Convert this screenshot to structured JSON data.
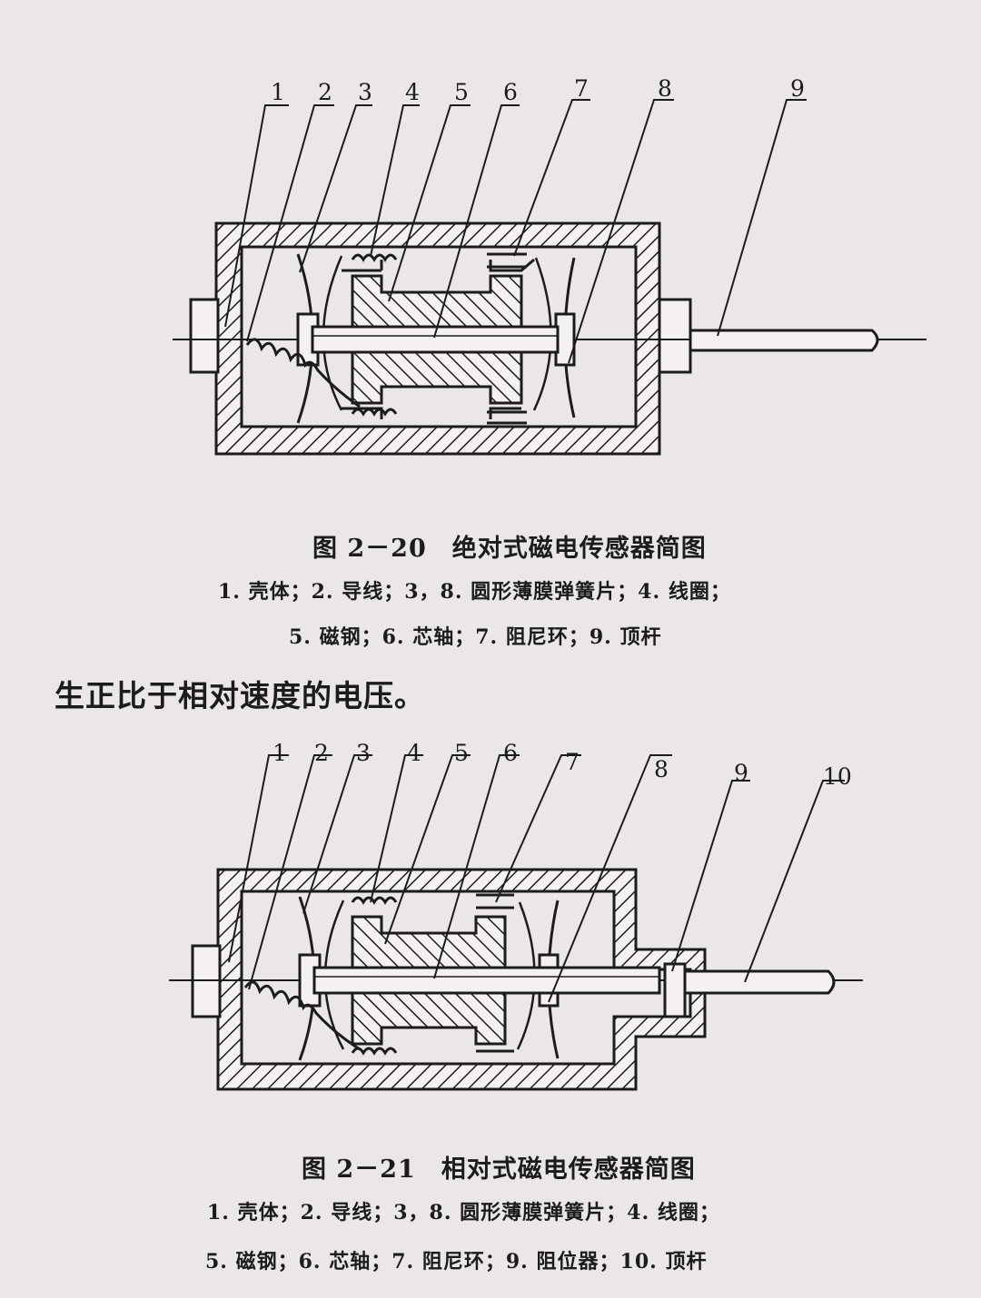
{
  "figure_1": {
    "callouts": [
      "1",
      "2",
      "3",
      "4",
      "5",
      "6",
      "7",
      "8",
      "9"
    ],
    "caption": "图 2－20　绝对式磁电传感器简图",
    "legend_line_1": "1. 壳体；2. 导线；3，8. 圆形薄膜弹簧片；4. 线圈；",
    "legend_line_2": "5. 磁钢；6. 芯轴；7. 阻尼环；9. 顶杆"
  },
  "body_text": "生正比于相对速度的电压。",
  "figure_2": {
    "callouts": [
      "1",
      "2",
      "3",
      "4",
      "5",
      "6",
      "7",
      "8",
      "9",
      "10"
    ],
    "caption": "图 2－21　相对式磁电传感器简图",
    "legend_line_1": "1. 壳体；2. 导线；3，8. 圆形薄膜弹簧片；4. 线圈；",
    "legend_line_2": "5. 磁钢；6. 芯轴；7. 阻尼环；9. 阻位器；10. 顶杆"
  }
}
